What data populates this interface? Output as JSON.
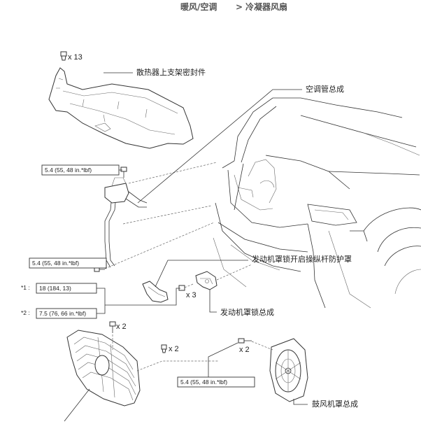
{
  "breadcrumb": {
    "section": "暖风/空调",
    "separator": ">",
    "page": "冷凝器风扇"
  },
  "callouts": {
    "radiator_seal": "散热器上支架密封件",
    "ac_pipe": "空调管总成",
    "hood_lock_cover": "发动机罩锁开启操纵杆防护罩",
    "hood_lock": "发动机罩锁总成",
    "fan_shroud": "鼓风机罩总成"
  },
  "quantities": {
    "clips_top": "x 13",
    "bolts_lock": "x 3",
    "bolt_grille": "x 2",
    "clip_grille": "x 2",
    "bolts_fan": "x 2"
  },
  "torques": {
    "pipe_upper": "5.4 (55, 48 in.*lbf)",
    "pipe_lower": "5.4 (55, 48 in.*lbf)",
    "lock_1": "18 (184, 13)",
    "lock_2": "7.5 (76, 66 in.*lbf)",
    "fan": "5.4 (55, 48 in.*lbf)"
  },
  "markers": {
    "m1": "*1 :",
    "m2": "*2 :"
  }
}
